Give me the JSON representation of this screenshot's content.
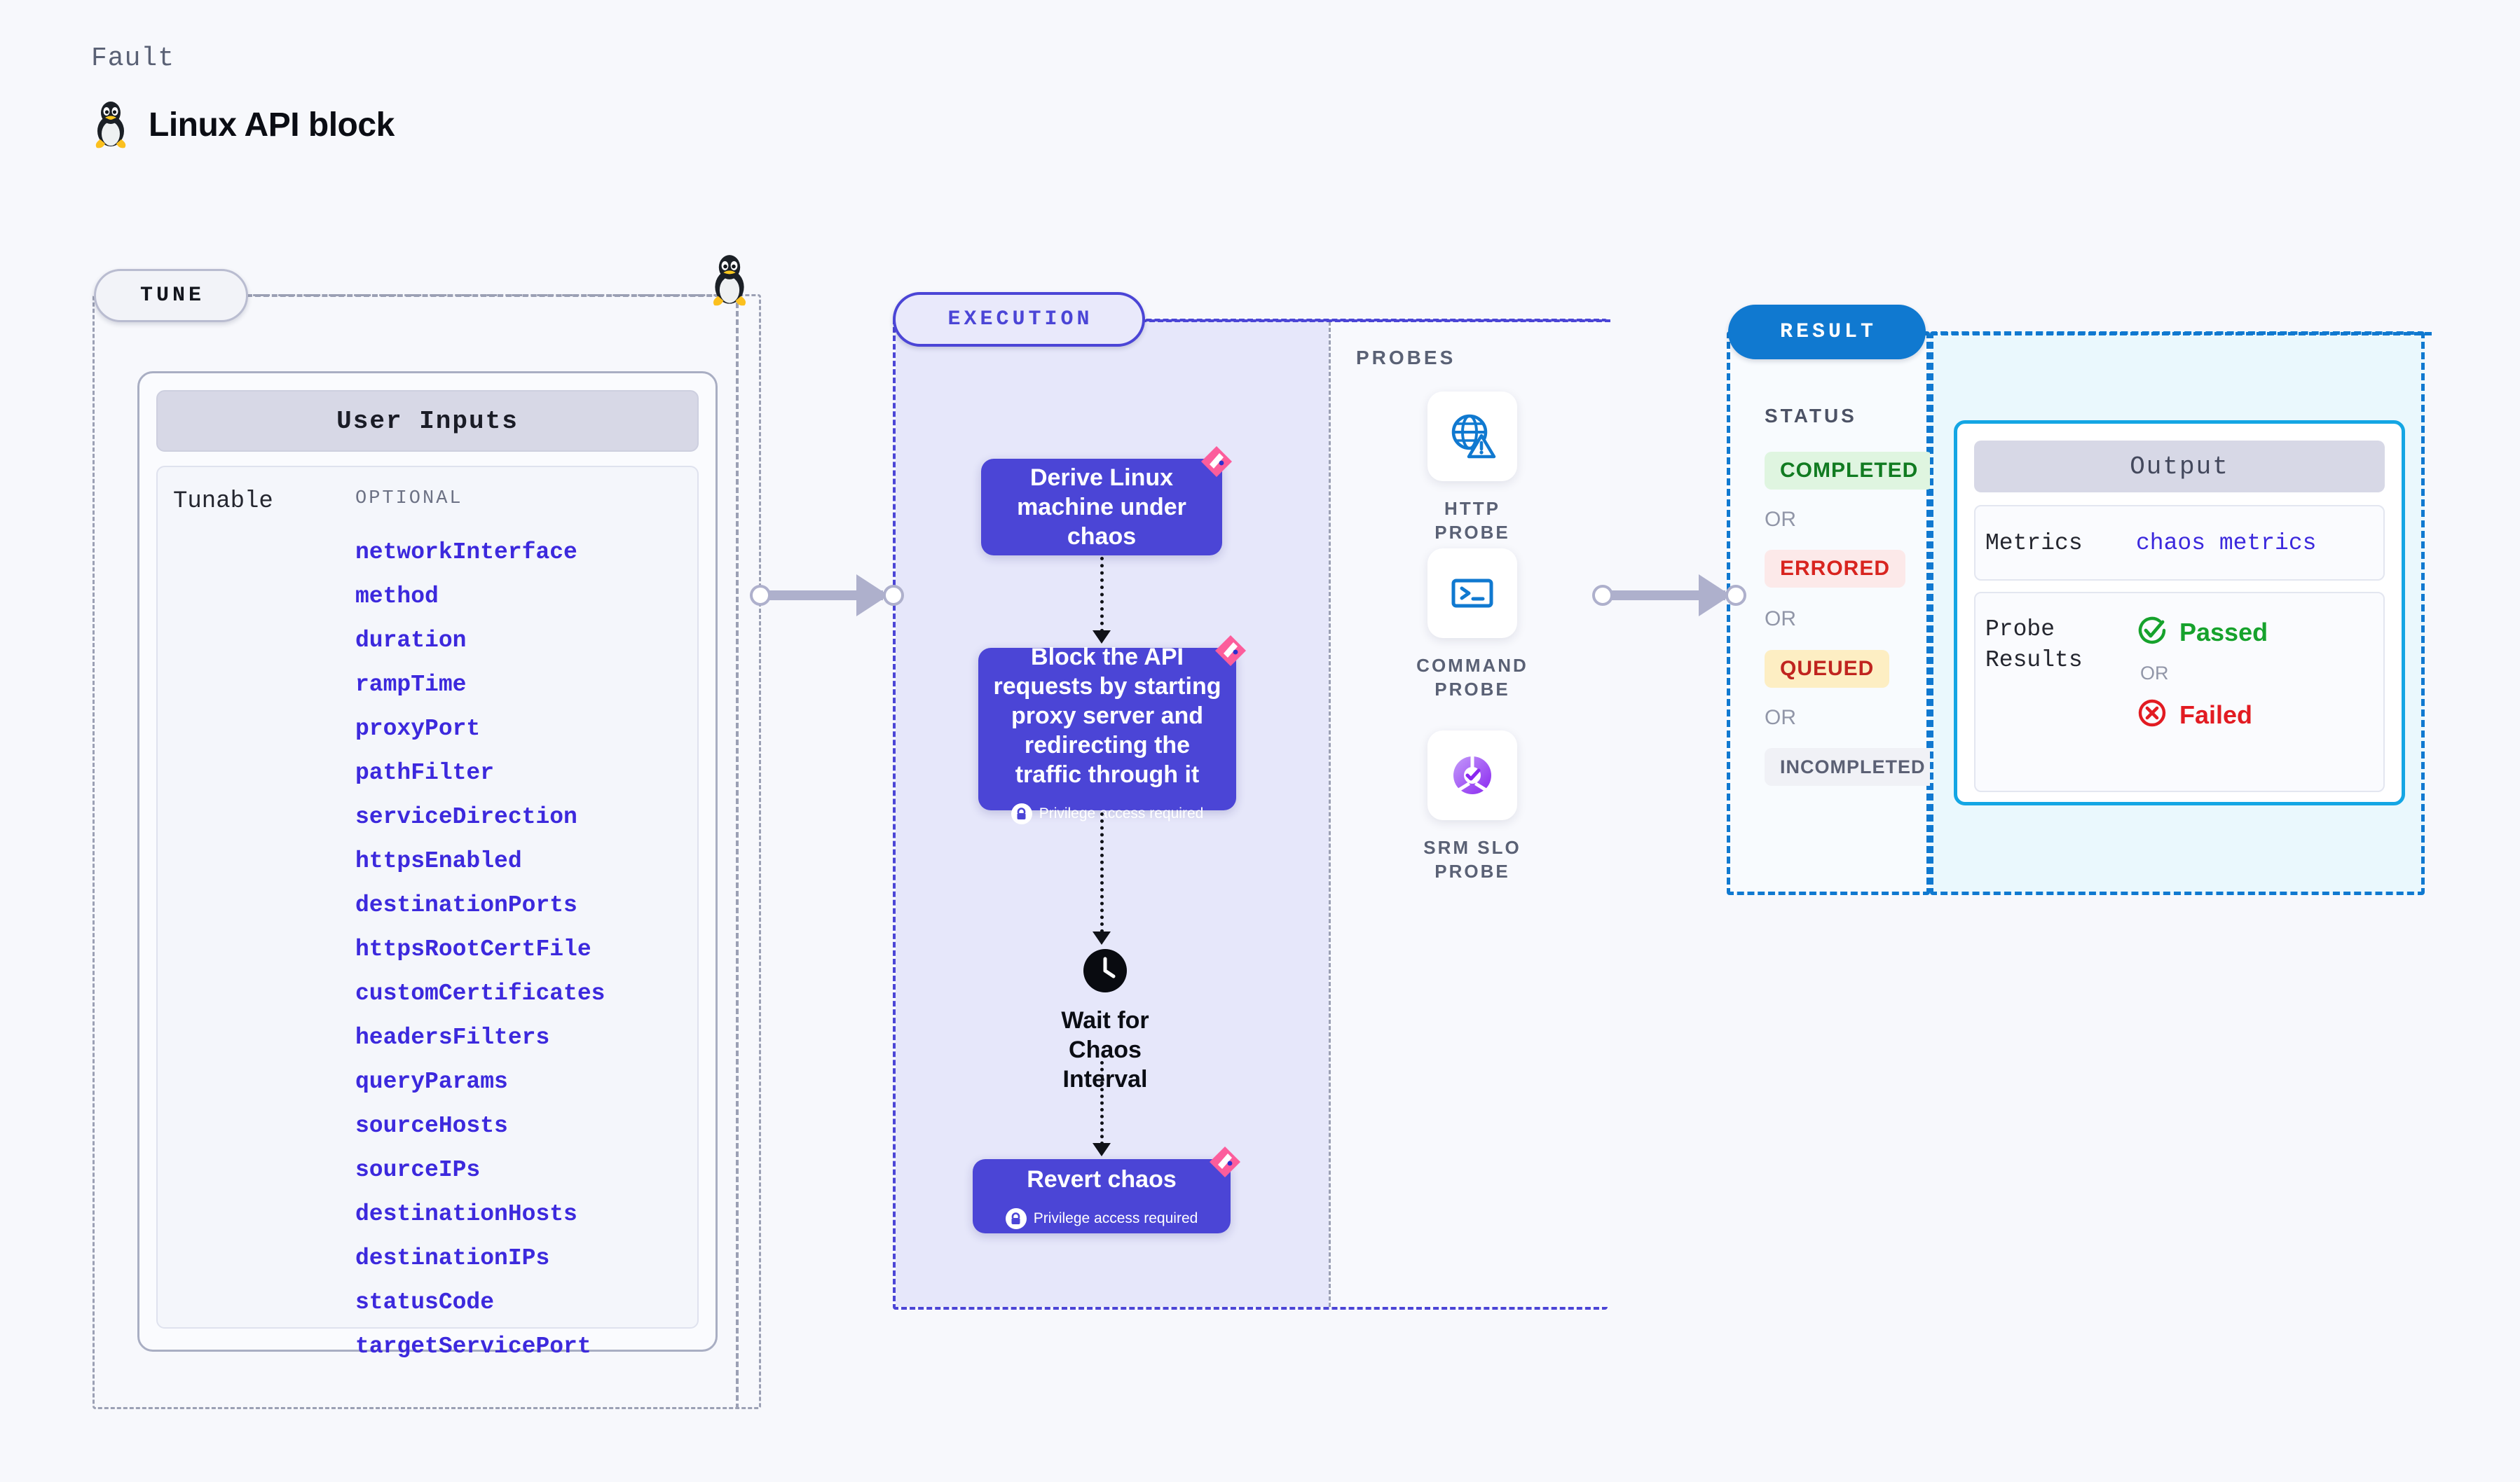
{
  "header": {
    "fault_label": "Fault",
    "title": "Linux API block",
    "icon": "tux-penguin-icon"
  },
  "tune": {
    "chip_label": "TUNE",
    "icon": "tux-penguin-icon",
    "user_inputs_title": "User Inputs",
    "tunable_label": "Tunable",
    "optional_label": "OPTIONAL",
    "params": [
      "networkInterface",
      "method",
      "duration",
      "rampTime",
      "proxyPort",
      "pathFilter",
      "serviceDirection",
      "httpsEnabled",
      "destinationPorts",
      "httpsRootCertFile",
      "customCertificates",
      "headersFilters",
      "queryParams",
      "sourceHosts",
      "sourceIPs",
      "destinationHosts",
      "destinationIPs",
      "statusCode",
      "targetServicePort"
    ]
  },
  "execution": {
    "chip_label": "EXECUTION",
    "nodes": [
      {
        "label": "Derive Linux machine under chaos",
        "privilege": null,
        "ribbon": true
      },
      {
        "label": "Block the API requests by starting proxy server and redirecting the traffic through it",
        "privilege": "Privilege access required",
        "ribbon": true
      },
      {
        "label": "Wait for Chaos Interval",
        "privilege": null,
        "ribbon": false
      },
      {
        "label": "Revert chaos",
        "privilege": "Privilege access required",
        "ribbon": true
      }
    ],
    "wait_icon": "clock-icon",
    "lock_icon": "lock-icon",
    "ribbon_icon": "ribbon-marker-icon"
  },
  "probes": {
    "section_label": "PROBES",
    "items": [
      {
        "label": "HTTP PROBE",
        "icon": "globe-warning-icon"
      },
      {
        "label": "COMMAND PROBE",
        "icon": "terminal-icon"
      },
      {
        "label": "SRM SLO PROBE",
        "icon": "slo-donut-check-icon"
      }
    ]
  },
  "result": {
    "chip_label": "RESULT",
    "status_label": "STATUS",
    "or_label": "OR",
    "statuses": [
      {
        "label": "COMPLETED",
        "bg": "#dff5e0",
        "fg": "#117b21"
      },
      {
        "label": "ERRORED",
        "bg": "#fce9e9",
        "fg": "#d8241f"
      },
      {
        "label": "QUEUED",
        "bg": "#fdeec3",
        "fg": "#c0241f"
      },
      {
        "label": "INCOMPLETED",
        "bg": "#f0f1f6",
        "fg": "#5b6074"
      }
    ]
  },
  "output": {
    "title": "Output",
    "metrics_label": "Metrics",
    "metrics_value": "chaos metrics",
    "probe_results_label": "Probe Results",
    "or_label": "OR",
    "passed_label": "Passed",
    "failed_label": "Failed",
    "passed_icon": "check-circle-icon",
    "failed_icon": "x-circle-icon"
  },
  "colors": {
    "indigo": "#4b45d6",
    "blue": "#1079d0",
    "cyan": "#14a6e4",
    "param_violet": "#3c29dd",
    "pink_ribbon": "#fc5d9b",
    "green": "#16a22c",
    "red": "#e21b22",
    "gray_arrow": "#aeb0cc"
  }
}
